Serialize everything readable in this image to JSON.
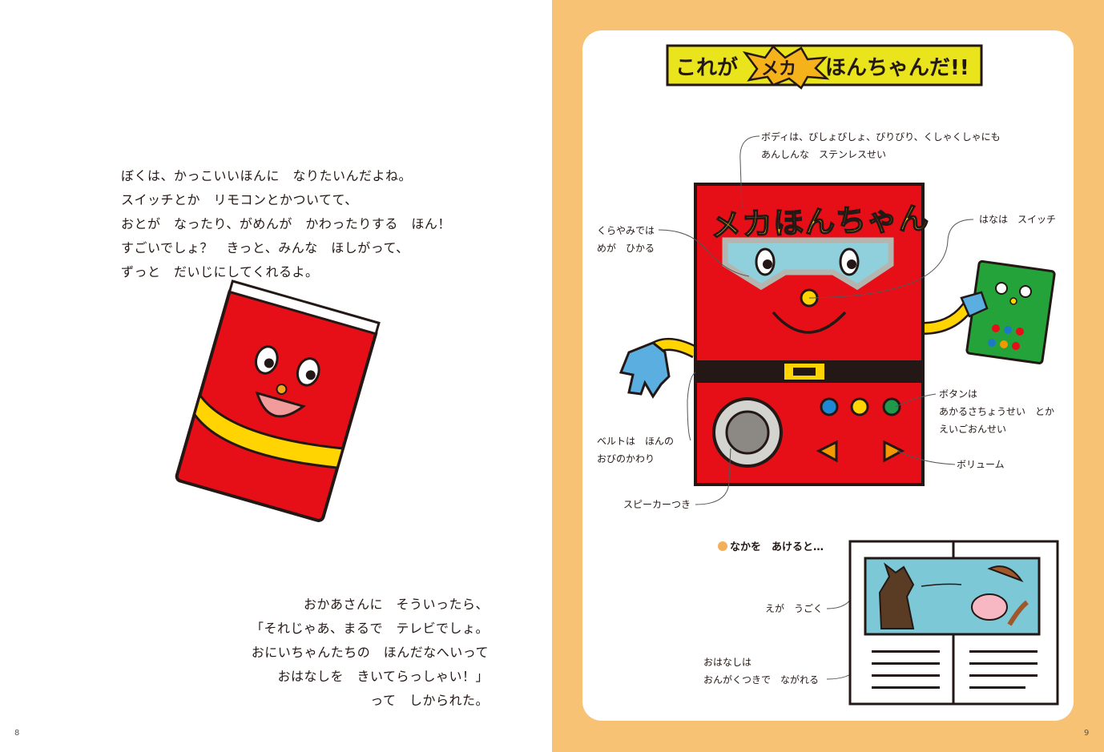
{
  "left_page": {
    "story_top": [
      "ぼくは、かっこいいほんに　なりたいんだよね。",
      "スイッチとか　リモコンとかついてて、",
      "おとが　なったり、がめんが　かわったりする　ほん！",
      "すごいでしょ？　きっと、みんな　ほしがって、",
      "ずっと　だいじにしてくれるよ。"
    ],
    "story_bottom": [
      "おかあさんに　そういったら、",
      "「それじゃあ、まるで　テレビでしょ。",
      "おにいちゃんたちの　ほんだなへいって",
      "おはなしを　きいてらっしゃい！」",
      "って　しかられた。"
    ],
    "page_number": "8"
  },
  "right_page": {
    "banner": {
      "before": "これが",
      "burst": "メカ",
      "after": "ほんちゃんだ!!"
    },
    "robot_title": "メカほんちゃん",
    "notes": {
      "body": [
        "ボディは、びしょびしょ、びりびり、くしゃくしゃにも",
        "あんしんな　ステンレスせい"
      ],
      "eyes": [
        "くらやみでは",
        "めが　ひかる"
      ],
      "nose": [
        "はなは　スイッチ"
      ],
      "buttons": [
        "ボタンは",
        "あかるさちょうせい　とか",
        "えいごおんせい"
      ],
      "belt": [
        "ベルトは　ほんの",
        "おびのかわり"
      ],
      "volume": [
        "ボリューム"
      ],
      "speaker": [
        "スピーカーつき"
      ],
      "picture": [
        "えが　うごく"
      ],
      "story": [
        "おはなしは",
        "おんがくつきで　ながれる"
      ]
    },
    "inside_heading": "なかを　あけると…",
    "page_number": "9"
  },
  "colors": {
    "page_bg": "#f8c275",
    "book_red": "#e60f17",
    "banner_yellow": "#e9e41c",
    "burst_orange": "#f6b21b",
    "goggle_blue": "#8fd0dc",
    "remote_green": "#24a33b",
    "glove_blue": "#5aaee0"
  }
}
